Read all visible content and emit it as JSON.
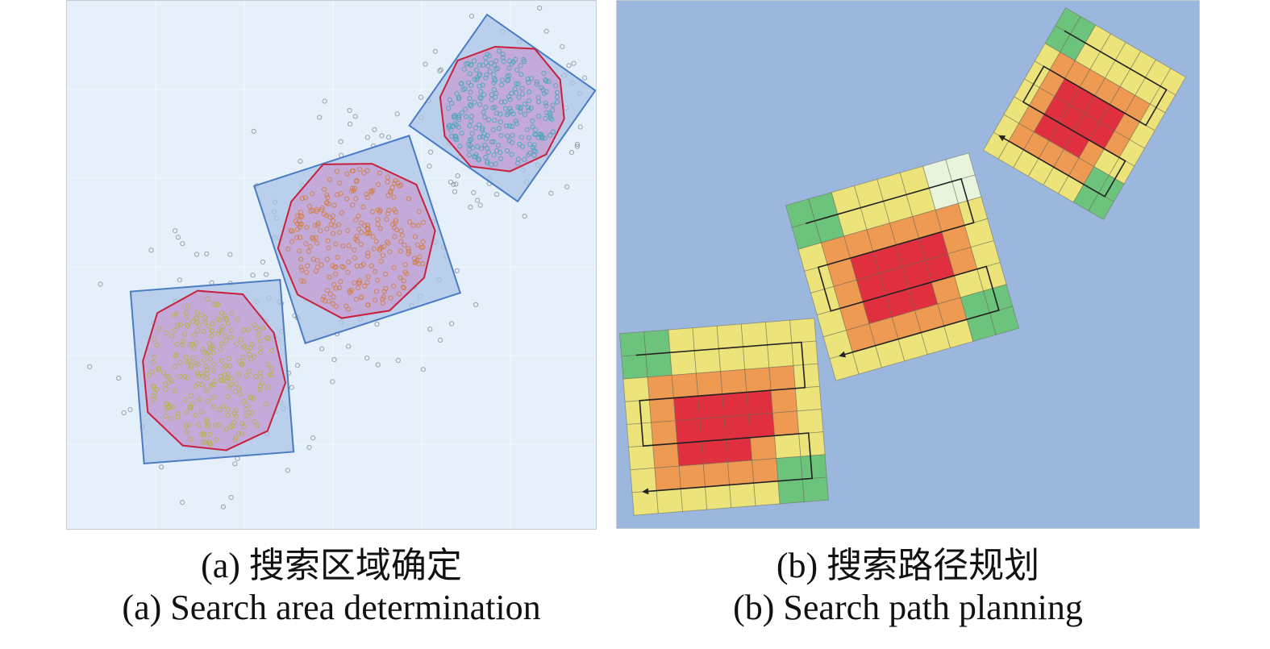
{
  "panel_a": {
    "caption_zh": "(a) 搜索区域确定",
    "caption_en": "(a) Search area determination",
    "colors": {
      "background": "#e6f0fa",
      "box_fill": "#a9c4e6",
      "box_stroke": "#4a7cc4",
      "hull_fill": "#c6a3d6",
      "hull_stroke": "#c8203c",
      "outlier": "#7a7f86",
      "cluster_1": "#b9b33a",
      "cluster_2": "#d27a3a",
      "cluster_3": "#3fa6b8"
    }
  },
  "panel_b": {
    "caption_zh": "(b) 搜索路径规划",
    "caption_en": "(b) Search path planning",
    "colors": {
      "background": "#9bb7de",
      "red": "#e03040",
      "orange": "#ee9a52",
      "yellow": "#ece37a",
      "green": "#6cc47c",
      "pale": "#e8f4dc",
      "grid_line": "#6b6b55",
      "path": "#222222"
    }
  }
}
